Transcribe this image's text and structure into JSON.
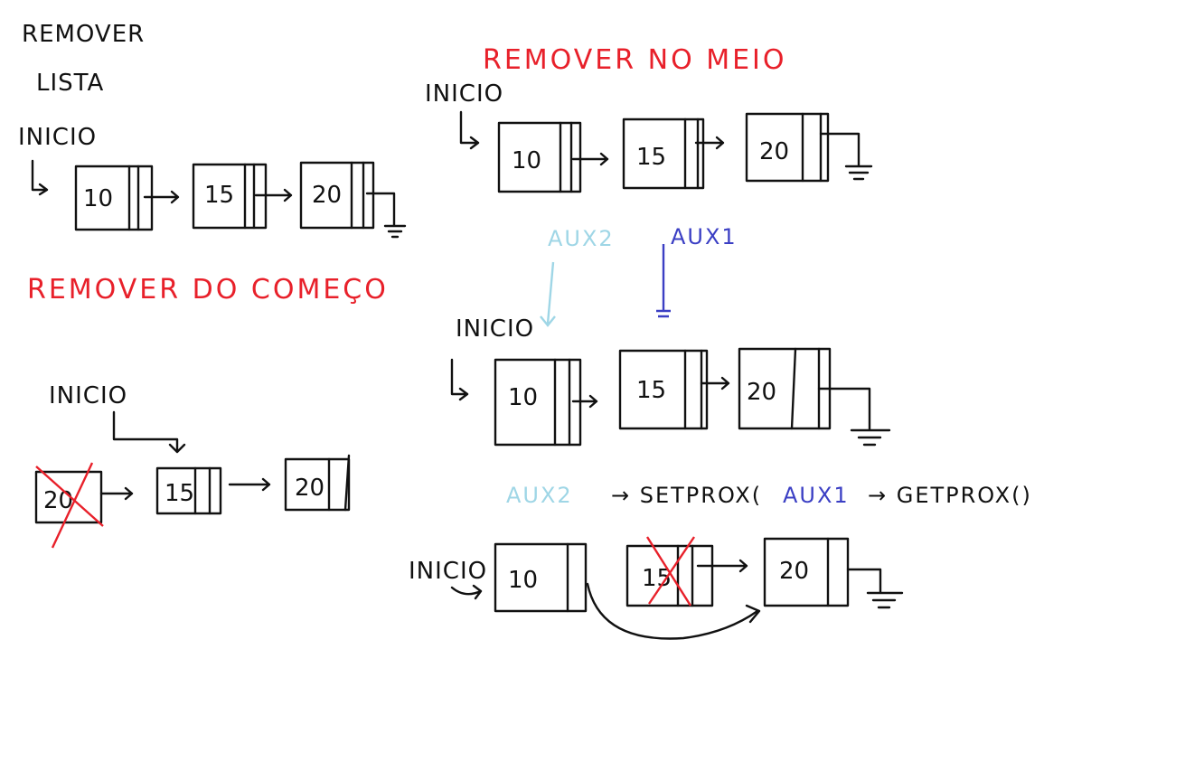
{
  "colors": {
    "ink": "#111111",
    "red": "#e8202a",
    "aux2": "#9fd6e6",
    "aux1": "#3b3fc4"
  },
  "title": {
    "line1": "REMOVER",
    "line2": "LISTA"
  },
  "sections": {
    "inicio": "INICIO",
    "remover_do_comeco": "REMOVER DO COMEÇO",
    "remover_no_meio": "REMOVER NO MEIO"
  },
  "nodes": {
    "a": "10",
    "b": "15",
    "c": "20"
  },
  "pointers": {
    "aux1": "AUX1",
    "aux2": "AUX2"
  },
  "operation": {
    "aux2": "AUX2",
    "set": "→ SETPROX(",
    "aux1": "AUX1",
    "get": "→ GETPROX()"
  }
}
